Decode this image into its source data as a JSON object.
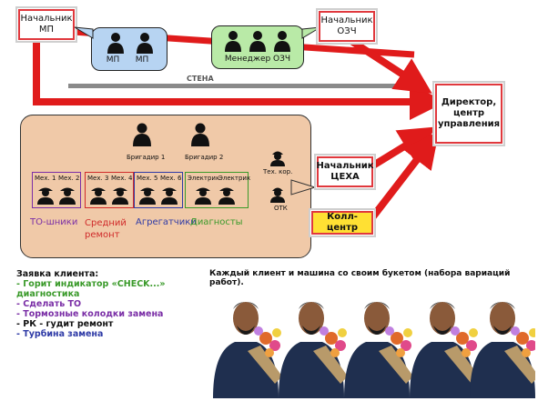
{
  "top_left_box": "Начальник МП",
  "mp_bubble": {
    "label1": "МП",
    "label2": "МП"
  },
  "ozch_bubble": {
    "label": "Менеджер ОЗЧ"
  },
  "top_right_box": "Начальник ОЗЧ",
  "wall_label": "СТЕНА",
  "director_box": "Директор, центр управления",
  "shop": {
    "brigadier1": "Бригадир 1",
    "brigadier2": "Бригадир 2",
    "tech": "Тех. кор.",
    "otk": "ОТК",
    "groups": [
      {
        "labels": [
          "Мех. 1",
          "Мех. 2"
        ],
        "caption": "ТО-шники",
        "color": "#7a2ea6"
      },
      {
        "labels": [
          "Мех. 3",
          "Мех. 4"
        ],
        "caption": "Средний ремонт",
        "color": "#d02a2a"
      },
      {
        "labels": [
          "Мех. 5",
          "Мех. 6"
        ],
        "caption": "Агрегатчики",
        "color": "#2e3aa6"
      },
      {
        "labels": [
          "Электрик",
          "Электрик"
        ],
        "caption": "Диагносты",
        "color": "#3a9a2a"
      }
    ]
  },
  "shop_head_box": "Начальник ЦЕХА",
  "call_center_box": "Колл-центр",
  "client_request": {
    "title": "Заявка клиента:",
    "items": [
      {
        "text": "- Горит индикатор «CHECK...» диагностика",
        "color": "#3a9a2a"
      },
      {
        "text": "- Сделать ТО",
        "color": "#7a2ea6"
      },
      {
        "text": "- Тормозные колодки замена",
        "color": "#7a2ea6"
      },
      {
        "text": "- РК - гудит ремонт",
        "color": "#111111"
      },
      {
        "text": "- Турбина замена",
        "color": "#2e3aa6"
      }
    ]
  },
  "bouquet_caption": "Каждый клиент и машина со своим букетом (набора вариаций работ).",
  "colors": {
    "arrow": "#e01b1b",
    "wall": "#8a8a8a",
    "shop_bg": "#f0c9a8",
    "mp_bg": "#b7d4f2",
    "ozch_bg": "#b9eaa7"
  }
}
